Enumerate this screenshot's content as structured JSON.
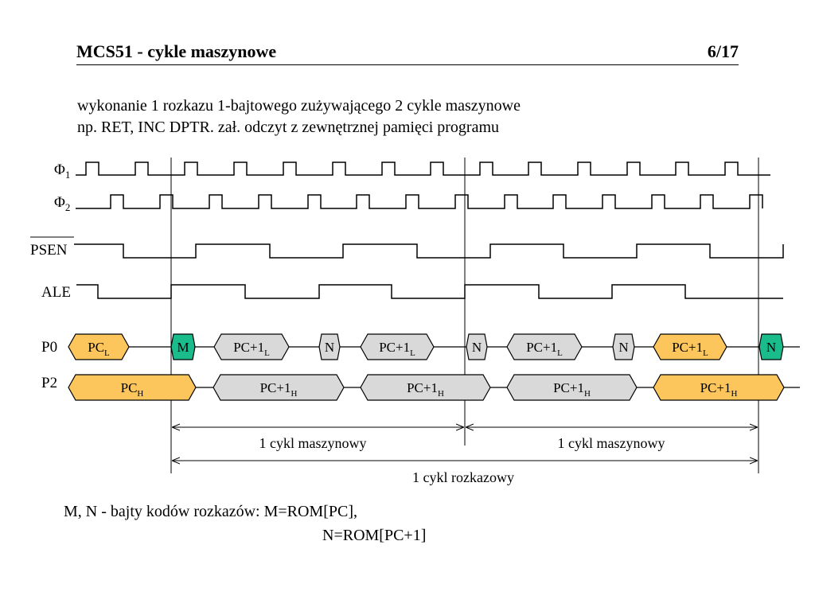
{
  "title": "MCS51 - cykle maszynowe",
  "page": "6/17",
  "description": [
    "wykonanie 1 rozkazu 1-bajtowego zużywającego 2 cykle maszynowe",
    "np. RET, INC  DPTR. zał. odczyt z zewnętrznej pamięci programu"
  ],
  "signals": {
    "phi1": {
      "symbol": "Φ",
      "sub": "1"
    },
    "phi2": {
      "symbol": "Φ",
      "sub": "2"
    },
    "psen": "PSEN",
    "ale": "ALE",
    "p0": "P0",
    "p2": "P2"
  },
  "p0_bus": [
    {
      "text": "PC",
      "sub": "L",
      "color": "orange"
    },
    {
      "text": "M",
      "sub": "",
      "color": "green"
    },
    {
      "text": "PC+1",
      "sub": "L",
      "color": "gray"
    },
    {
      "text": "N",
      "sub": "",
      "color": "gray"
    },
    {
      "text": "PC+1",
      "sub": "L",
      "color": "gray"
    },
    {
      "text": "N",
      "sub": "",
      "color": "gray"
    },
    {
      "text": "PC+1",
      "sub": "L",
      "color": "gray"
    },
    {
      "text": "N",
      "sub": "",
      "color": "gray"
    },
    {
      "text": "PC+1",
      "sub": "L",
      "color": "orange"
    },
    {
      "text": "N",
      "sub": "",
      "color": "green"
    }
  ],
  "p2_bus": [
    {
      "text": "PC",
      "sub": "H",
      "color": "orange"
    },
    {
      "text": "PC+1",
      "sub": "H",
      "color": "gray"
    },
    {
      "text": "PC+1",
      "sub": "H",
      "color": "gray"
    },
    {
      "text": "PC+1",
      "sub": "H",
      "color": "gray"
    },
    {
      "text": "PC+1",
      "sub": "H",
      "color": "orange"
    }
  ],
  "spans": {
    "machine_cycle_1": "1 cykl maszynowy",
    "machine_cycle_2": "1 cykl maszynowy",
    "instruction_cycle": "1 cykl rozkazowy"
  },
  "footnote": {
    "line1": "M, N - bajty kodów rozkazów: M=ROM[PC],",
    "line2": "N=ROM[PC+1]"
  },
  "colors": {
    "orange": "#fcc65c",
    "green": "#1abc8c",
    "gray": "#d9d9d9",
    "line": "#000000"
  }
}
